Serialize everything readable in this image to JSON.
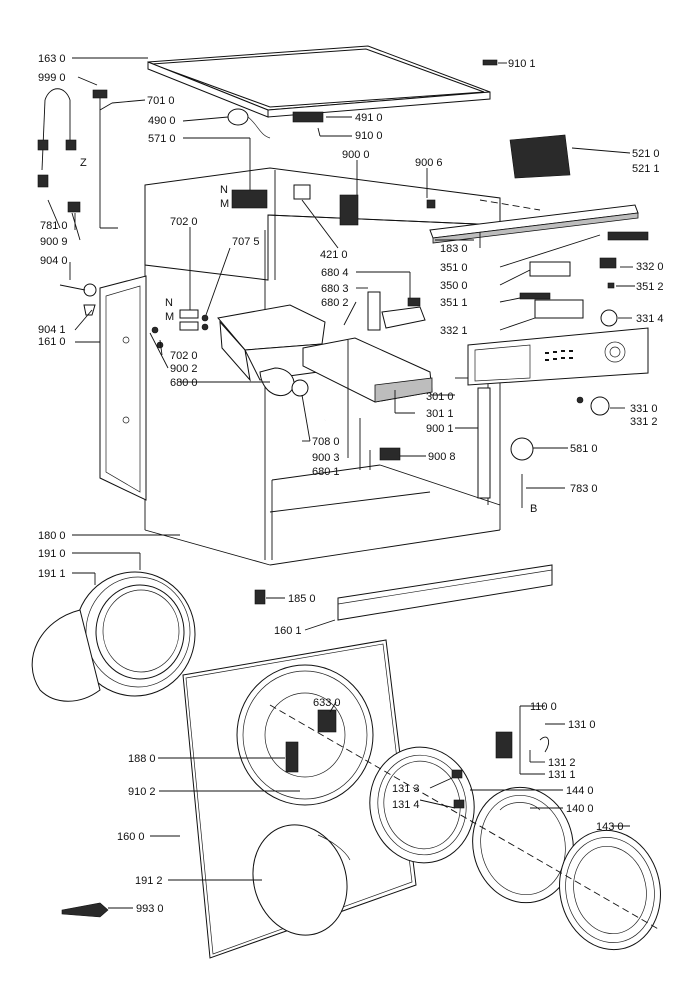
{
  "labels": {
    "l1630": "163 0",
    "l9990": "999 0",
    "l7010": "701 0",
    "l4900": "490 0",
    "l5710": "571 0",
    "l4910": "491 0",
    "l9100": "910 0",
    "l9101": "910 1",
    "l9000": "900 0",
    "l9006": "900 6",
    "l5210": "521 0",
    "l5211": "521 1",
    "l7810": "781 0",
    "l9009": "900 9",
    "l7020a": "702 0",
    "l7075": "707 5",
    "l4210": "421 0",
    "l1830": "183 0",
    "l9040": "904 0",
    "l6804": "680 4",
    "l6803": "680 3",
    "l6802": "680 2",
    "l3510": "351 0",
    "l3500": "350 0",
    "l3511": "351 1",
    "l3321": "332 1",
    "l3320": "332 0",
    "l3512": "351 2",
    "l3314": "331 4",
    "l9041": "904 1",
    "l1610": "161 0",
    "l7020b": "702 0",
    "l9002": "900 2",
    "l6800": "680 0",
    "l3010": "301 0",
    "l3011": "301 1",
    "l9001": "900 1",
    "l3310": "331 0",
    "l3312": "331 2",
    "l7080": "708 0",
    "l9003": "900 3",
    "l6801": "680 1",
    "l9008": "900 8",
    "l5810": "581 0",
    "l7830": "783 0",
    "l1800": "180 0",
    "l1910": "191 0",
    "l1911": "191 1",
    "l1850": "185 0",
    "l1601": "160 1",
    "l6330": "633 0",
    "l1100": "110 0",
    "l1310": "131 0",
    "l1880": "188 0",
    "l1312": "131 2",
    "l1311": "131 1",
    "l1313": "131 3",
    "l1314": "131 4",
    "l9102": "910 2",
    "l1440": "144 0",
    "l1400": "140 0",
    "l1600": "160 0",
    "l1430": "143 0",
    "l1912": "191 2",
    "l9930": "993 0",
    "letterZ": "Z",
    "letterN1": "N",
    "letterM1": "M",
    "letterN2": "N",
    "letterM2": "M",
    "letterB": "B"
  }
}
